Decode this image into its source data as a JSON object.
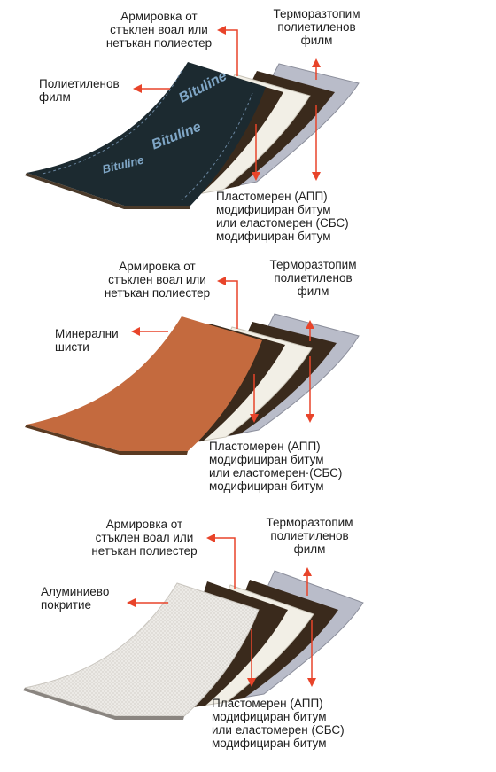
{
  "colors": {
    "arrow": "#e8442a",
    "bitumen": "#3a2a1c",
    "reinforcement": "#f2efe6",
    "film": "#b9bcc9",
    "top_polyethylene": "#1c2a30",
    "top_mineral": "#c46a3e",
    "top_aluminium": "#eceae6"
  },
  "panels": [
    {
      "top_layer_label": "Полиетиленов\nфилм",
      "reinforcement_label": "Армировка от\nстъклен воал или\nнетъкан полиестер",
      "film_label": "Терморазтопим\nполиетиленов\nфилм",
      "bitumen_label": "Пластомерен (АПП)\nмодифициран битум\nили еластомерен (СБС)\nмодифициран битум",
      "logo": "Bituline"
    },
    {
      "top_layer_label": "Минерални\nшисти",
      "reinforcement_label": "Армировка от\nстъклен воал или\nнетъкан полиестер",
      "film_label": "Терморазтопим\nполиетиленов\nфилм",
      "bitumen_label": "Пластомерен (АПП)\nмодифициран битум\nили еластомерен·(СБС)\nмодифициран битум"
    },
    {
      "top_layer_label": "Алуминиево\nпокритие",
      "reinforcement_label": "Армировка от\nстъклен воал или\nнетъкан полиестер",
      "film_label": "Терморазтопим\nполиетиленов\nфилм",
      "bitumen_label": "Пластомерен (АПП)\nмодифициран битум\nили еластомерен (СБС)\nмодифициран битум"
    }
  ]
}
